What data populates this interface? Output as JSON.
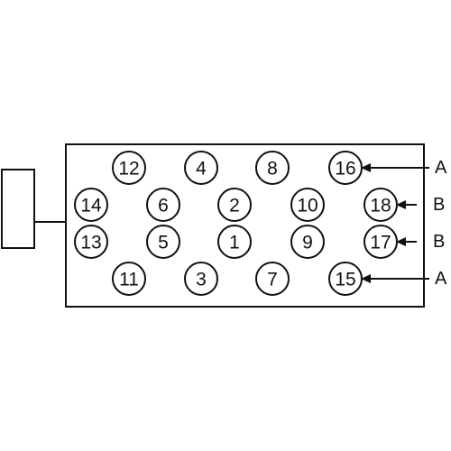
{
  "diagram": {
    "bolts": [
      {
        "label": "12",
        "row": 1,
        "col": 1
      },
      {
        "label": "4",
        "row": 1,
        "col": 3
      },
      {
        "label": "8",
        "row": 1,
        "col": 5
      },
      {
        "label": "16",
        "row": 1,
        "col": 7
      },
      {
        "label": "14",
        "row": 2,
        "col": 0
      },
      {
        "label": "6",
        "row": 2,
        "col": 2
      },
      {
        "label": "2",
        "row": 2,
        "col": 4
      },
      {
        "label": "10",
        "row": 2,
        "col": 6
      },
      {
        "label": "18",
        "row": 2,
        "col": 8
      },
      {
        "label": "13",
        "row": 3,
        "col": 0
      },
      {
        "label": "5",
        "row": 3,
        "col": 2
      },
      {
        "label": "1",
        "row": 3,
        "col": 4
      },
      {
        "label": "9",
        "row": 3,
        "col": 6
      },
      {
        "label": "17",
        "row": 3,
        "col": 8
      },
      {
        "label": "11",
        "row": 4,
        "col": 1
      },
      {
        "label": "3",
        "row": 4,
        "col": 3
      },
      {
        "label": "7",
        "row": 4,
        "col": 5
      },
      {
        "label": "15",
        "row": 4,
        "col": 7
      }
    ],
    "callouts": [
      {
        "label": "A",
        "target": "16"
      },
      {
        "label": "B",
        "target": "18"
      },
      {
        "label": "B",
        "target": "17"
      },
      {
        "label": "A",
        "target": "15"
      }
    ]
  }
}
